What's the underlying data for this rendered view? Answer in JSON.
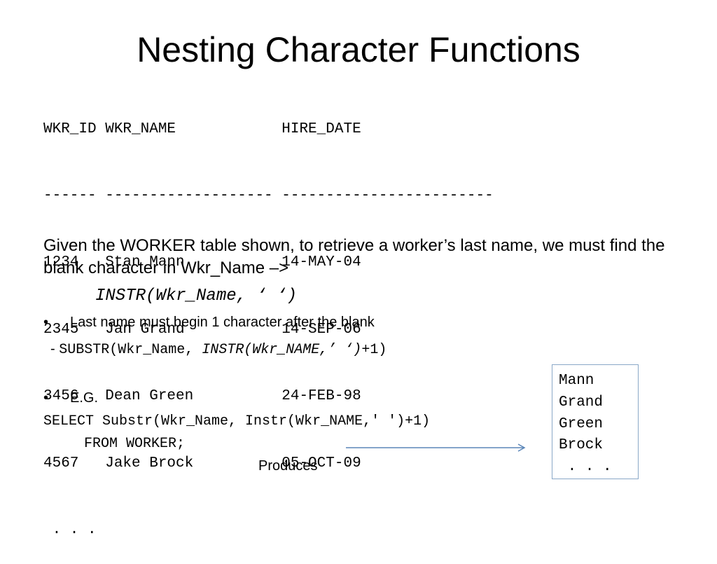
{
  "slide": {
    "title": "Nesting Character Functions"
  },
  "table": {
    "header": "WKR_ID WKR_NAME            HIRE_DATE",
    "separator": "------ ------------------- ------------------------",
    "rows": [
      "1234   Stan Mann           14-MAY-04",
      "2345   Jan Grand           14-SEP-06",
      "3456   Dean Green          24-FEB-98",
      "4567   Jake Brock          05-OCT-09"
    ],
    "ellipsis": " . . ."
  },
  "paragraph": "Given the WORKER table shown, to retrieve a worker’s last name, we must find the blank character in Wkr_Name –>",
  "instr_expr": "INSTR(Wkr_Name, ‘ ‘)",
  "bullets": [
    {
      "dot": "•",
      "text": "Last name must begin 1 character after the blank"
    },
    {
      "dot": "•",
      "text": "E.G."
    }
  ],
  "substr": {
    "dash": "- ",
    "prefix": "SUBSTR(Wkr_Name, ",
    "italic_part": "INSTR(Wkr_NAME,’ ‘)",
    "suffix": "+1)"
  },
  "sql": {
    "line1": "SELECT Substr(Wkr_Name, Instr(Wkr_NAME,' ')+1)",
    "line2": "FROM WORKER;"
  },
  "produces_label": "Produces",
  "result": {
    "values": [
      "Mann",
      "Grand",
      "Green",
      "Brock"
    ],
    "ellipsis": " . . ."
  },
  "colors": {
    "arrow": "#5b86b8",
    "box_border": "#8aa8c8"
  }
}
